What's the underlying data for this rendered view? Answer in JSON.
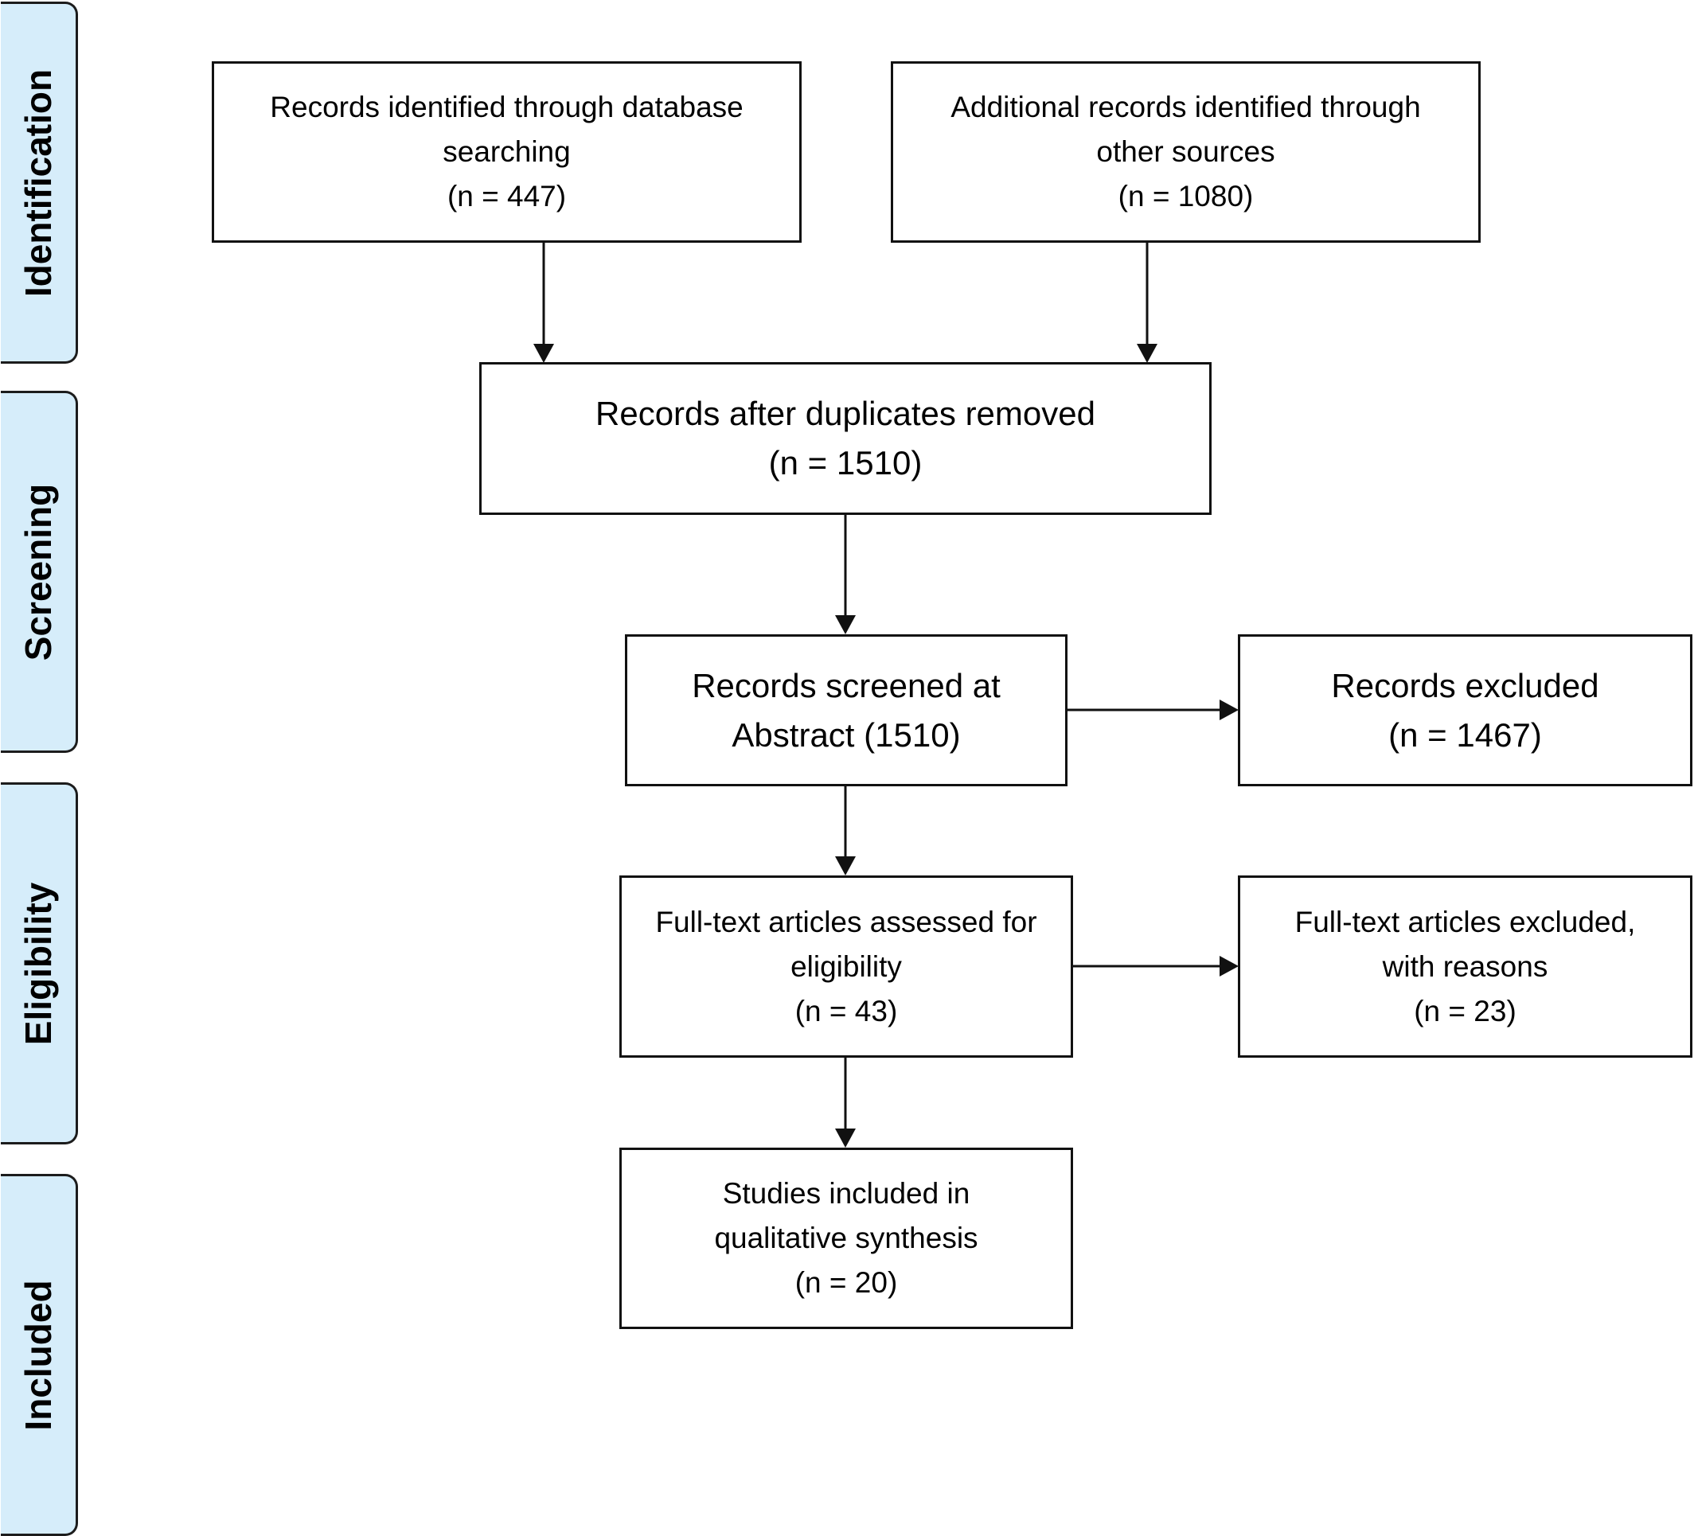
{
  "phases": {
    "identification": "Identification",
    "screening": "Screening",
    "eligibility": "Eligibility",
    "included": "Included"
  },
  "boxes": {
    "database": {
      "text": "Records identified through database\nsearching",
      "count": "(n = 447)"
    },
    "other_sources": {
      "text": "Additional records identified through\nother sources",
      "count": "(n = 1080)"
    },
    "duplicates_removed": {
      "text": "Records after duplicates removed",
      "count": "(n = 1510)"
    },
    "screened": {
      "text": "Records screened at\nAbstract (1510)"
    },
    "excluded": {
      "text": "Records excluded",
      "count": "(n = 1467)"
    },
    "fulltext_assessed": {
      "text": "Full-text articles assessed for\neligibility",
      "count": "(n = 43)"
    },
    "fulltext_excluded": {
      "text": "Full-text articles excluded,\nwith reasons",
      "count": "(n = 23)"
    },
    "included": {
      "text": "Studies included in\nqualitative synthesis",
      "count": "(n = 20)"
    }
  },
  "colors": {
    "phase_fill": "#d6edfa",
    "stroke": "#111111"
  }
}
